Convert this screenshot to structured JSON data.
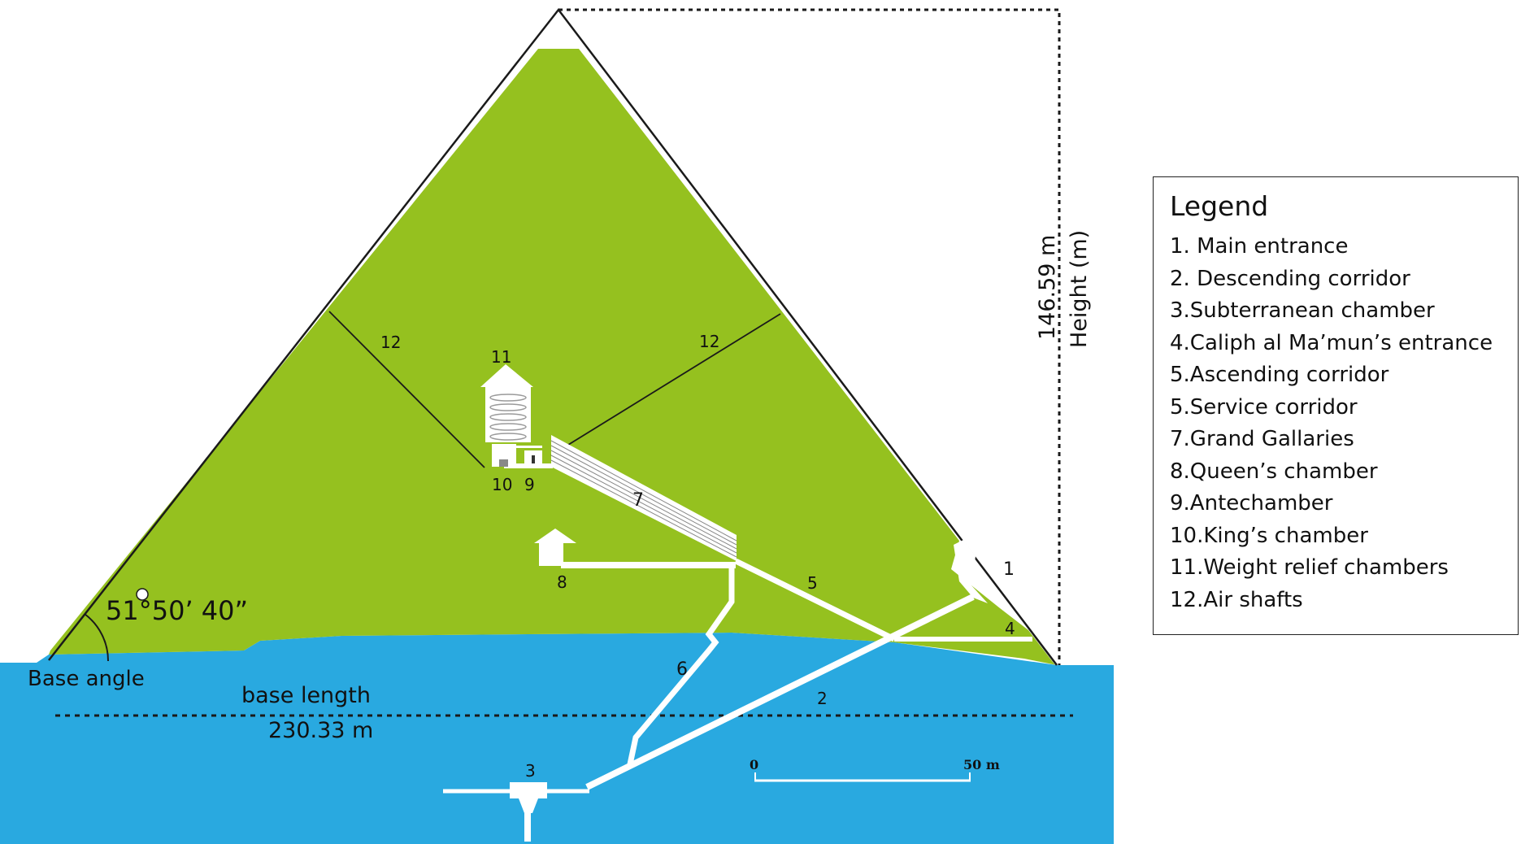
{
  "labels": {
    "n1": "1",
    "n2": "2",
    "n3": "3",
    "n4": "4",
    "n5": "5",
    "n6": "6",
    "n7": "7",
    "n8": "8",
    "n9": "9",
    "n10": "10",
    "n11": "11",
    "n12a": "12",
    "n12b": "12"
  },
  "angle": {
    "value": "51°50’ 40”",
    "label": "Base angle"
  },
  "base": {
    "label": "base length",
    "value": "230.33 m"
  },
  "height": {
    "value": "146.59 m",
    "label": "Height (m)"
  },
  "scale": {
    "start": "0",
    "end": "50 m"
  },
  "legend": {
    "title": "Legend",
    "items": [
      "1. Main entrance",
      "2. Descending corridor",
      "3.Subterranean chamber",
      "4.Caliph al Ma’mun’s entrance",
      "5.Ascending corridor",
      "5.Service corridor",
      "7.Grand Gallaries",
      "8.Queen’s chamber",
      "9.Antechamber",
      "10.King’s chamber",
      "11.Weight relief chambers",
      "12.Air shafts"
    ]
  },
  "colors": {
    "pyramid": "#95c11f",
    "ground": "#29a9e0",
    "passage": "#ffffff",
    "outline": "#1a1a1a"
  }
}
